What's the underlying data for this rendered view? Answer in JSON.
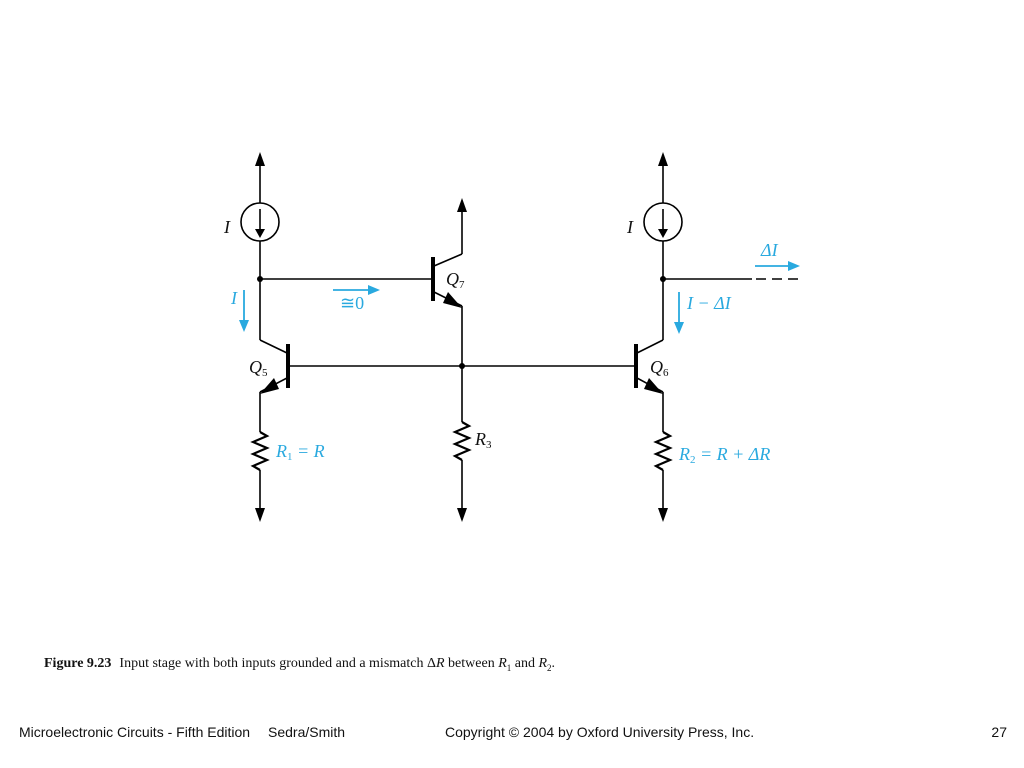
{
  "diagram": {
    "labels": {
      "current_source_left": "I",
      "current_source_right": "I",
      "q5": "Q",
      "q5_sub": "5",
      "q6": "Q",
      "q6_sub": "6",
      "q7": "Q",
      "q7_sub": "7",
      "r3": "R",
      "r3_sub": "3",
      "r1_R": "R",
      "r1_sub": "1",
      "r1_rest": " = R",
      "r2_R": "R",
      "r2_sub": "2",
      "r2_rest": " = R + ΔR",
      "current_left_branch": "I",
      "base_current_q7": "≅0",
      "current_right_branch": "I − ΔI",
      "output_current": "ΔI"
    }
  },
  "caption": {
    "figure_number": "Figure 9.23",
    "text_part1": "Input stage with both inputs grounded and a mismatch Δ",
    "delta_R": "R",
    "text_part2": " between ",
    "r1": "R",
    "r1_sub": "1",
    "and": " and ",
    "r2": "R",
    "r2_sub": "2",
    "end": "."
  },
  "footer": {
    "book_title": "Microelectronic Circuits - Fifth Edition",
    "authors": "Sedra/Smith",
    "copyright": "Copyright © 2004 by Oxford University Press, Inc.",
    "page_number": "27"
  },
  "colors": {
    "annotation_cyan": "#29a9df",
    "wire": "#000000"
  }
}
